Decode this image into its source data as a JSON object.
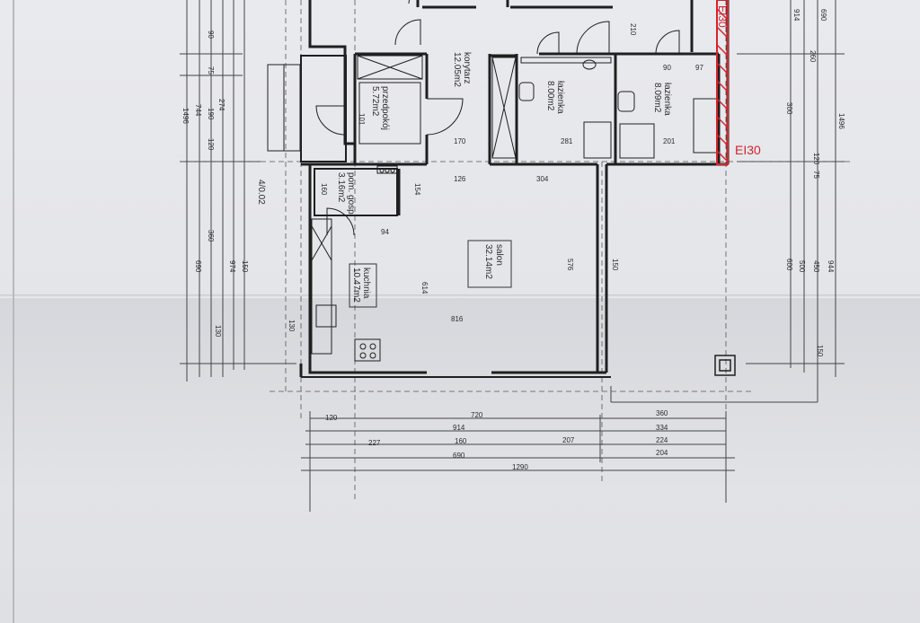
{
  "rooms": [
    {
      "name": "korytarz",
      "area": "12.05m2"
    },
    {
      "name": "przedpokój",
      "area": "5.72m2"
    },
    {
      "name": "łazienka",
      "area": "8.00m2"
    },
    {
      "name": "łazienka",
      "area": "8.09m2"
    },
    {
      "name": "pom. gosp.",
      "area": "3.16m2"
    },
    {
      "name": "salon",
      "area": "32.14m2"
    },
    {
      "name": "kuchnia",
      "area": "10.47m2"
    }
  ],
  "annotations": {
    "ei30": "EI30",
    "scale_note": "4/0.02"
  },
  "dimensions": {
    "bottom_row1": [
      "120",
      "720",
      "360"
    ],
    "bottom_row2": [
      "914",
      "334"
    ],
    "bottom_row3": [
      "227",
      "160",
      "207",
      "224"
    ],
    "bottom_row4": [
      "690",
      "204"
    ],
    "bottom_total": "1290",
    "interior": [
      "170",
      "126",
      "304",
      "281",
      "201",
      "90",
      "97",
      "94",
      "816",
      "614",
      "576",
      "154",
      "160",
      "210",
      "130",
      "150"
    ],
    "left_column": [
      "1496",
      "744",
      "274",
      "190",
      "360",
      "690",
      "974",
      "130",
      "101",
      "90",
      "120",
      "75",
      "150"
    ],
    "right_column": [
      "914",
      "690",
      "300",
      "260",
      "1496",
      "600",
      "500",
      "450",
      "944",
      "120",
      "75",
      "150"
    ]
  },
  "colors": {
    "ink": "#2b2b2b",
    "red_marker": "#d8232a"
  }
}
